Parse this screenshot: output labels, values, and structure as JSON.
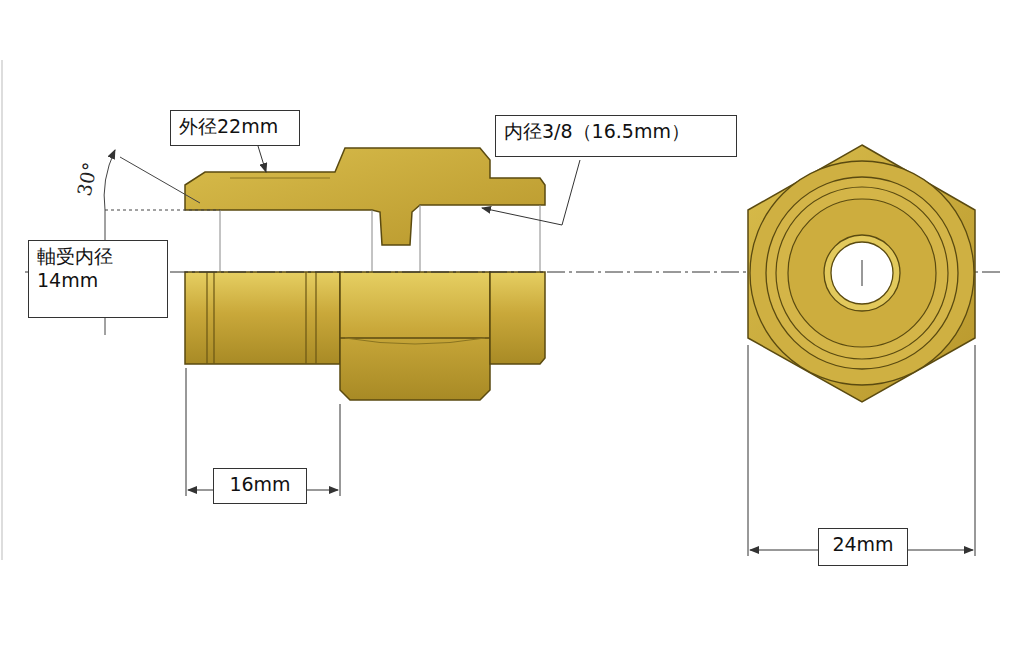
{
  "diagram": {
    "nodes": [
      {
        "text": [
          "外径22mm"
        ]
      },
      {
        "text": [
          "内径3/8（16.5mm）"
        ]
      },
      {
        "text": [
          "軸受内径",
          "14mm"
        ]
      },
      {
        "text": [
          "16mm"
        ]
      },
      {
        "text": [
          "24mm"
        ]
      }
    ],
    "labels": [
      "30°"
    ]
  }
}
